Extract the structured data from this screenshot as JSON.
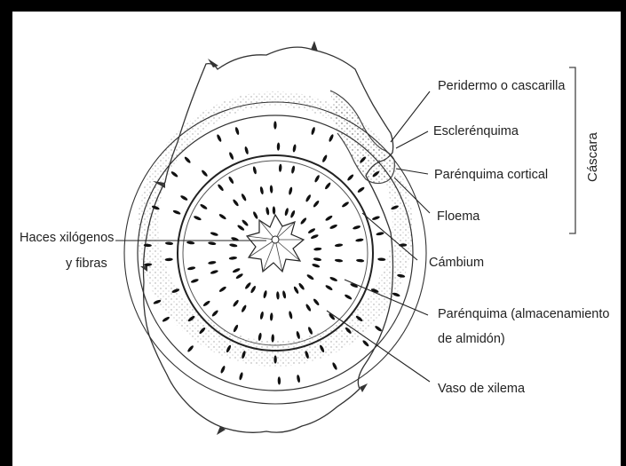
{
  "labels": {
    "peridermis": "Peridermo o cascarilla",
    "sclerenchyma": "Esclerénquima",
    "cortical": "Parénquima cortical",
    "phloem": "Floema",
    "cambium": "Cámbium",
    "parenchyma_line1": "Parénquima (almacenamiento",
    "parenchyma_line2": "de almidón)",
    "xylem_vessel": "Vaso de xilema",
    "xylem_bundles_line1": "Haces xilógenos",
    "xylem_bundles_line2": "y fibras",
    "bracket": "Cáscara"
  }
}
